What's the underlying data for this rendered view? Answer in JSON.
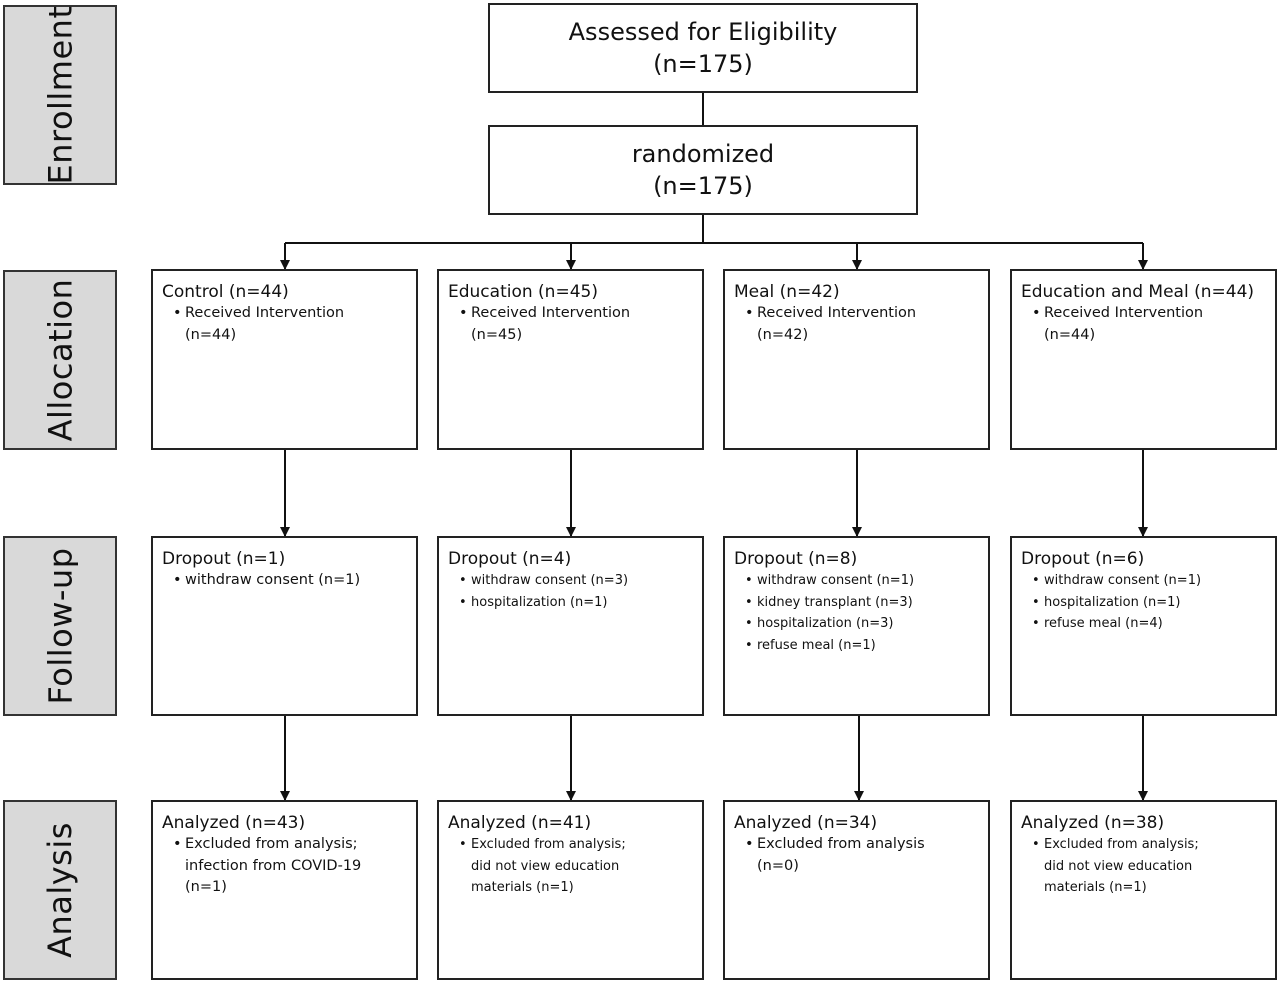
{
  "stages": {
    "enrollment": "Enrollment",
    "allocation": "Allocation",
    "followup": "Follow-up",
    "analysis": "Analysis"
  },
  "assessed": {
    "line1": "Assessed for Eligibility",
    "line2": "(n=175)"
  },
  "randomized": {
    "line1": "randomized",
    "line2": "(n=175)"
  },
  "allocation": [
    {
      "title": "Control (n=44)",
      "items": [
        "Received Intervention\n(n=44)"
      ]
    },
    {
      "title": "Education (n=45)",
      "items": [
        "Received Intervention\n(n=45)"
      ]
    },
    {
      "title": "Meal (n=42)",
      "items": [
        "Received Intervention\n(n=42)"
      ]
    },
    {
      "title": "Education and Meal (n=44)",
      "items": [
        "Received Intervention\n(n=44)"
      ]
    }
  ],
  "followup": [
    {
      "title": "Dropout (n=1)",
      "items": [
        "withdraw consent (n=1)"
      ]
    },
    {
      "title": "Dropout (n=4)",
      "items": [
        "withdraw consent (n=3)",
        "hospitalization (n=1)"
      ]
    },
    {
      "title": "Dropout (n=8)",
      "items": [
        "withdraw consent (n=1)",
        "kidney transplant (n=3)",
        "hospitalization (n=3)",
        "refuse meal (n=1)"
      ]
    },
    {
      "title": "Dropout (n=6)",
      "items": [
        "withdraw consent (n=1)",
        "hospitalization (n=1)",
        "refuse meal (n=4)"
      ]
    }
  ],
  "analysis": [
    {
      "title": "Analyzed (n=43)",
      "items": [
        "Excluded from analysis;\ninfection from COVID-19\n(n=1)"
      ]
    },
    {
      "title": "Analyzed (n=41)",
      "items": [
        " Excluded from analysis;\ndid not view education\nmaterials (n=1)"
      ]
    },
    {
      "title": "Analyzed (n=34)",
      "items": [
        " Excluded from analysis\n(n=0)"
      ]
    },
    {
      "title": "Analyzed (n=38)",
      "items": [
        " Excluded from analysis;\ndid not view education\nmaterials (n=1)"
      ]
    }
  ]
}
